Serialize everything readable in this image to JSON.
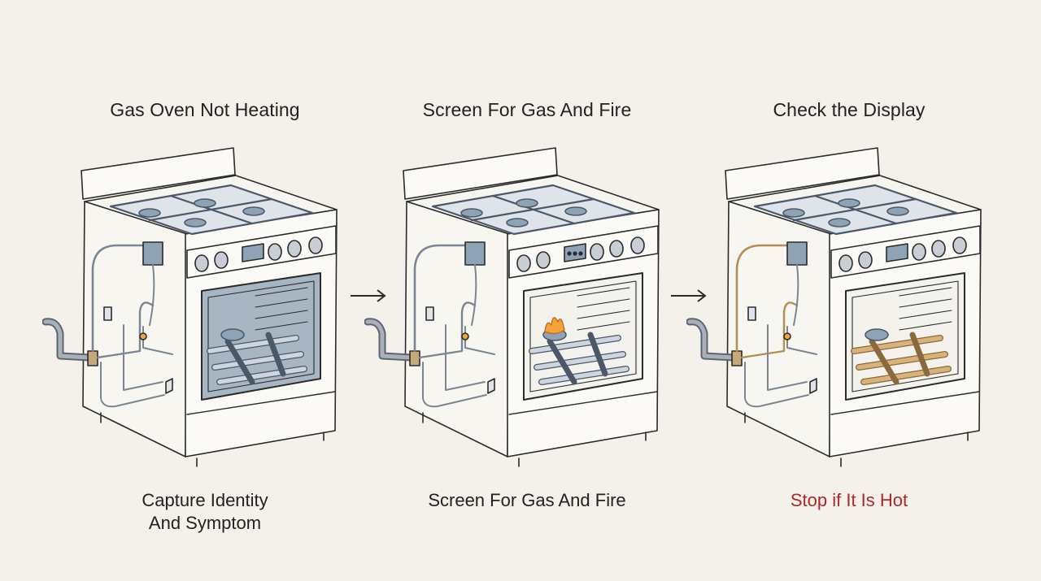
{
  "colors": {
    "background": "#f4f1ea",
    "ink": "#2b2b2b",
    "caption_text": "#222222",
    "warning_text": "#b1262b",
    "metal_blue": "#8fa3b6",
    "flame": "#f2a33a",
    "hot_element": "#d9b27a"
  },
  "steps": [
    {
      "title": "Gas Oven Not Heating",
      "caption": "Capture Identity\nAnd Symptom",
      "caption_color": "#222222",
      "variant": "identity",
      "icon": "gas-range-dark-oven-icon"
    },
    {
      "title": "Screen For Gas And Fire",
      "caption": "Screen For Gas And Fire",
      "caption_color": "#222222",
      "variant": "flame",
      "icon": "gas-range-burner-flame-icon"
    },
    {
      "title": "Check the Display",
      "caption": "Stop if It Is Hot",
      "caption_color": "#b1262b",
      "variant": "hot",
      "icon": "gas-range-hot-element-icon"
    }
  ]
}
